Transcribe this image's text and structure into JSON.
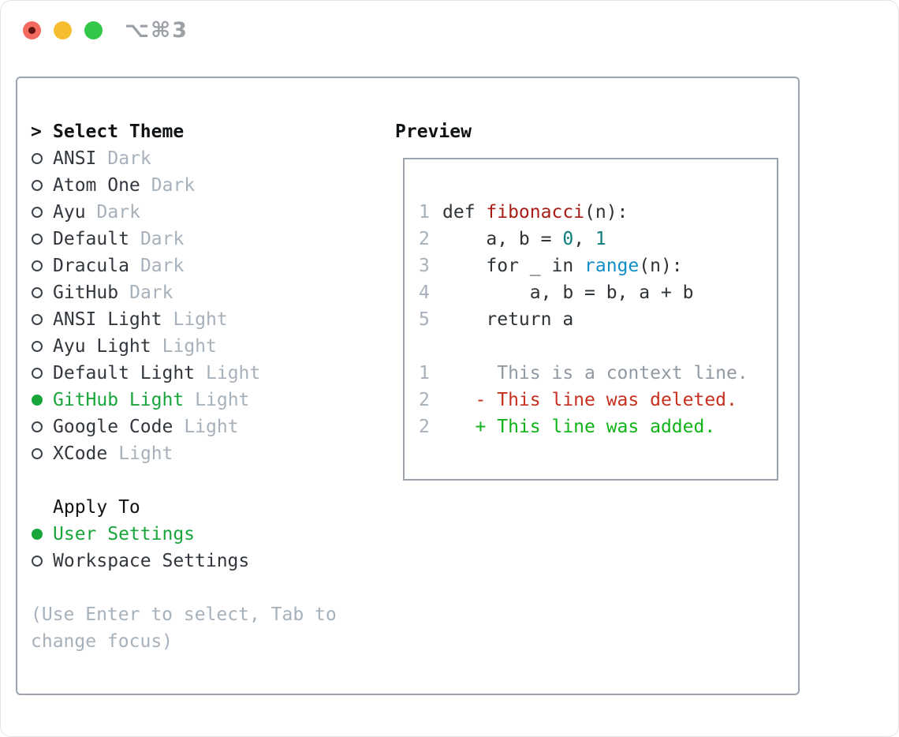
{
  "colors": {
    "accent_green": "#18a53a",
    "diff_add_green": "#10b418",
    "diff_del_red": "#c7301f",
    "function_red": "#a81d16",
    "number_teal": "#0c7d78",
    "builtin_blue": "#0f8fc5",
    "muted_gray": "#a7b1bb",
    "text_dark": "#32373d",
    "panel_border_gray": "#9aa4ae",
    "traffic_red": "#f26b5e",
    "traffic_yellow": "#f7bd30",
    "traffic_green": "#33c748"
  },
  "window": {
    "title": "⌥⌘3"
  },
  "theme_panel": {
    "cursor": ">",
    "title": "Select Theme",
    "items": [
      {
        "name": "ANSI",
        "variant": "Dark",
        "selected": false
      },
      {
        "name": "Atom One",
        "variant": "Dark",
        "selected": false
      },
      {
        "name": "Ayu",
        "variant": "Dark",
        "selected": false
      },
      {
        "name": "Default",
        "variant": "Dark",
        "selected": false
      },
      {
        "name": "Dracula",
        "variant": "Dark",
        "selected": false
      },
      {
        "name": "GitHub",
        "variant": "Dark",
        "selected": false
      },
      {
        "name": "ANSI Light",
        "variant": "Light",
        "selected": false
      },
      {
        "name": "Ayu Light",
        "variant": "Light",
        "selected": false
      },
      {
        "name": "Default Light",
        "variant": "Light",
        "selected": false
      },
      {
        "name": "GitHub Light",
        "variant": "Light",
        "selected": true
      },
      {
        "name": "Google Code",
        "variant": "Light",
        "selected": false
      },
      {
        "name": "XCode",
        "variant": "Light",
        "selected": false
      }
    ],
    "apply_to": {
      "title": "Apply To",
      "options": [
        {
          "label": "User Settings",
          "selected": true
        },
        {
          "label": "Workspace Settings",
          "selected": false
        }
      ]
    },
    "hint": "(Use Enter to select, Tab to change focus)"
  },
  "preview_panel": {
    "title": "Preview",
    "lines": [
      {
        "num": "1",
        "tokens": [
          {
            "t": "def ",
            "c": "code"
          },
          {
            "t": "fibonacci",
            "c": "func"
          },
          {
            "t": "(n):",
            "c": "code"
          }
        ]
      },
      {
        "num": "2",
        "tokens": [
          {
            "t": "    a, b = ",
            "c": "code"
          },
          {
            "t": "0",
            "c": "num"
          },
          {
            "t": ", ",
            "c": "code"
          },
          {
            "t": "1",
            "c": "num"
          }
        ]
      },
      {
        "num": "3",
        "tokens": [
          {
            "t": "    for _ in ",
            "c": "code"
          },
          {
            "t": "range",
            "c": "builtin"
          },
          {
            "t": "(n):",
            "c": "code"
          }
        ]
      },
      {
        "num": "4",
        "tokens": [
          {
            "t": "        a, b = b, a + b",
            "c": "code"
          }
        ]
      },
      {
        "num": "5",
        "tokens": [
          {
            "t": "    return a",
            "c": "code"
          }
        ]
      },
      {
        "num": "",
        "tokens": []
      },
      {
        "num": "1",
        "tokens": [
          {
            "t": "     This is a context line.",
            "c": "ctx"
          }
        ]
      },
      {
        "num": "2",
        "tokens": [
          {
            "t": "   - This line was deleted.",
            "c": "del"
          }
        ]
      },
      {
        "num": "2",
        "tokens": [
          {
            "t": "   + This line was added.",
            "c": "add"
          }
        ]
      }
    ]
  }
}
